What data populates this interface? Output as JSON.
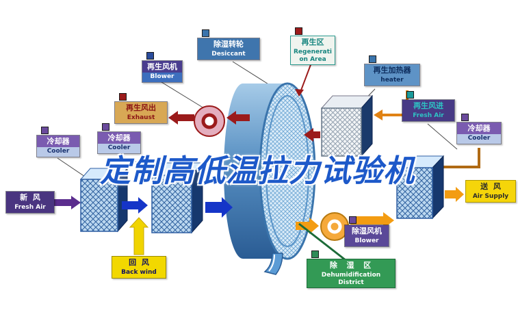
{
  "watermark": "定制高低温拉力试验机",
  "labels": {
    "regen_blower": {
      "zh": "再生风机",
      "en": "Blower"
    },
    "desiccant": {
      "zh": "除湿转轮",
      "en": "Desiccant"
    },
    "regeneration_area": {
      "zh": "再生区",
      "en": "Regeneration Area"
    },
    "heater": {
      "zh": "再生加热器",
      "en": "heater"
    },
    "exhaust": {
      "zh": "再生风出",
      "en": "Exhaust"
    },
    "cooler_mid": {
      "zh": "冷却器",
      "en": "Cooler"
    },
    "cooler_far_left": {
      "zh": "冷却器",
      "en": "Cooler"
    },
    "regen_fresh_air": {
      "zh": "再生风进",
      "en": "Fresh Air"
    },
    "cooler_right": {
      "zh": "冷却器",
      "en": "Cooler"
    },
    "fresh_air": {
      "zh": "新  风",
      "en": "Fresh Air"
    },
    "back_wind": {
      "zh": "回  风",
      "en": "Back wind"
    },
    "air_supply": {
      "zh": "送  风",
      "en": "Air Supply"
    },
    "dehum_blower": {
      "zh": "除湿风机",
      "en": "Blower"
    },
    "dehum_district": {
      "zh": "除  湿  区",
      "en": "Dehumidification District"
    }
  },
  "colors": {
    "watermark_blue": "#1d59c9",
    "arrow_blue": "#1535c8",
    "arrow_purple": "#5b2d8e",
    "arrow_orange": "#f39c12",
    "arrow_dark_red": "#9b1b1b",
    "arrow_yellow": "#f0d400",
    "duct_brown": "#b06a14",
    "wheel_blue": "#4a86c0",
    "exchanger_navy": "#16386e",
    "dehum_green": "#339a55"
  }
}
